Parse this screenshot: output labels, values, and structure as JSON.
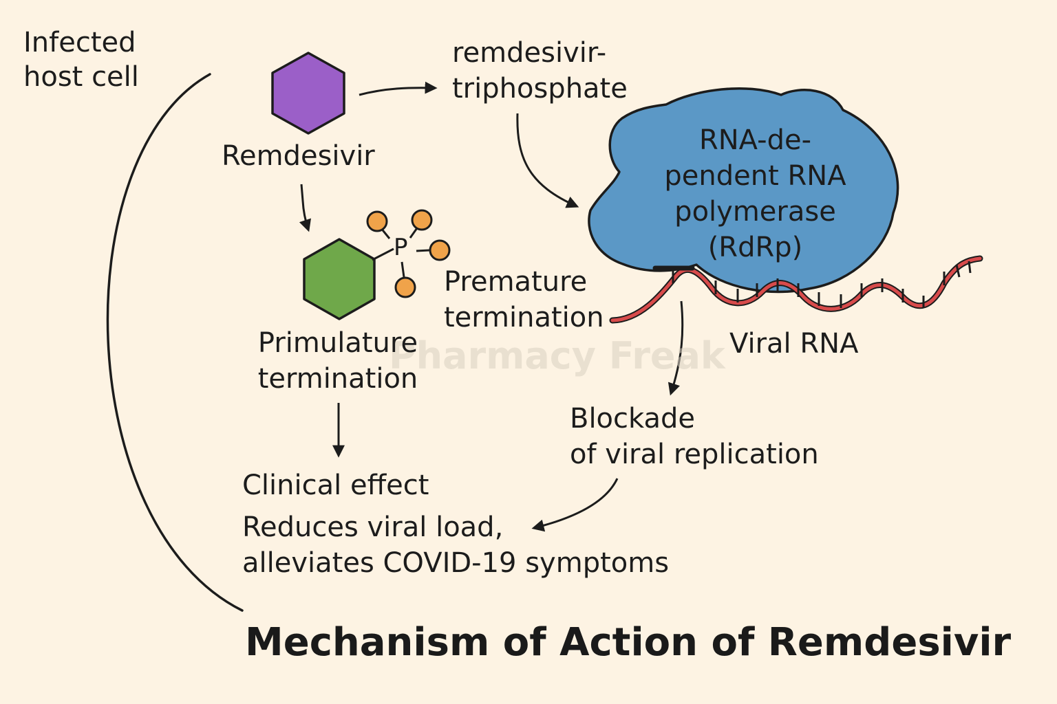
{
  "title": "Mechanism of Action of Remdesivir",
  "watermark": "Pharmacy Freak",
  "labels": {
    "host_cell": [
      "Infected",
      "host cell"
    ],
    "remdesivir": "Remdesivir",
    "triphosphate": [
      "remdesivir-",
      "triphosphate"
    ],
    "rdrp": [
      "RNA-de-",
      "pendent RNA",
      "polymerase",
      "(RdRp)"
    ],
    "phosphate_symbol": "P",
    "premature_termination": [
      "Premature",
      "termination"
    ],
    "primulature_termination": [
      "Primulature",
      "termination"
    ],
    "viral_rna": "Viral RNA",
    "blockade": [
      "Blockade",
      "of viral replication"
    ],
    "clinical_effect": "Clinical effect",
    "clinical_desc": [
      "Reduces viral load,",
      "alleviates COVID-19 symptoms"
    ]
  },
  "colors": {
    "background": "#fdf3e3",
    "remdesivir_hexagon": "#9b5fc8",
    "active_hexagon": "#6fa84a",
    "phosphate": "#f0a34a",
    "rdrp_blob": "#5b98c6",
    "viral_rna": "#d84b4b",
    "ink": "#1c1c1c"
  },
  "icons": {
    "remdesivir": "purple-hexagon-icon",
    "active_metabolite": "green-hexagon-icon",
    "phosphate_cluster": "phosphate-cluster-icon",
    "polymerase": "rdrp-blob-icon",
    "rna": "viral-rna-strand-icon"
  }
}
